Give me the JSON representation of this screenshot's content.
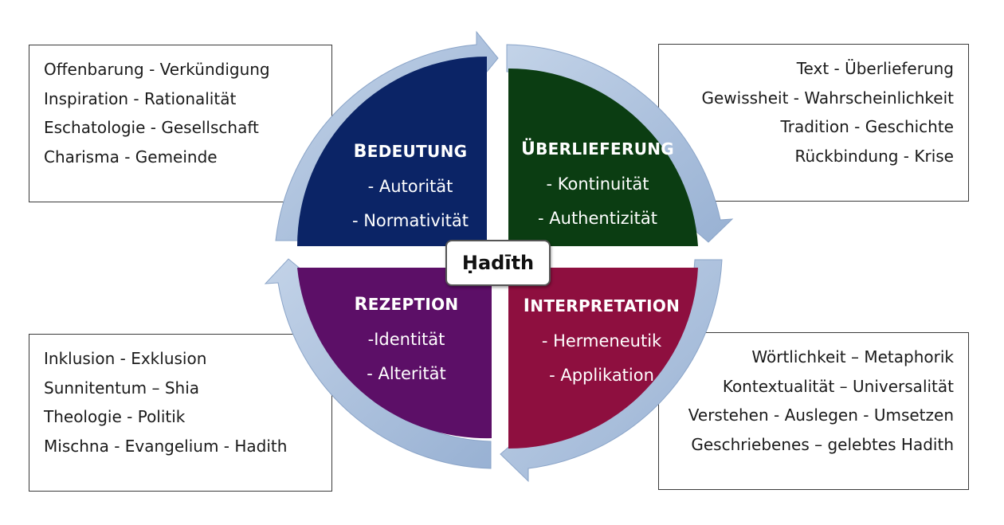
{
  "colors": {
    "bedeutung": "#0b2466",
    "ueberlieferung": "#0b3d12",
    "rezeption": "#5c0f67",
    "interpretation": "#8e0f3f",
    "arrow": "#a9bfdc"
  },
  "center_label": "Ḥadīth",
  "quadrants": {
    "bedeutung": {
      "title_initial": "B",
      "title_rest": "EDEUTUNG",
      "items": [
        "- Autorität",
        "- Normativität"
      ]
    },
    "ueberlieferung": {
      "title_initial": "Ü",
      "title_rest": "BERLIEFERUNG",
      "items": [
        "- Kontinuität",
        "- Authentizität"
      ]
    },
    "rezeption": {
      "title_initial": "R",
      "title_rest": "EZEPTION",
      "items": [
        "-Identität",
        "- Alterität"
      ]
    },
    "interpretation": {
      "title_initial": "I",
      "title_rest": "NTERPRETATION",
      "items": [
        "- Hermeneutik",
        "- Applikation"
      ]
    }
  },
  "boxes": {
    "top_left": [
      "Offenbarung - Verkündigung",
      "Inspiration - Rationalität",
      "Eschatologie - Gesellschaft",
      "Charisma - Gemeinde"
    ],
    "top_right": [
      "Text - Überlieferung",
      "Gewissheit - Wahrscheinlichkeit",
      "Tradition - Geschichte",
      "Rückbindung - Krise"
    ],
    "bottom_left": [
      "Inklusion - Exklusion",
      "Sunnitentum – Shia",
      "Theologie - Politik",
      "Mischna - Evangelium - Hadith"
    ],
    "bottom_right": [
      "Wörtlichkeit – Metaphorik",
      "Kontextualität – Universalität",
      "Verstehen - Auslegen - Umsetzen",
      "Geschriebenes – gelebtes Hadith"
    ]
  }
}
